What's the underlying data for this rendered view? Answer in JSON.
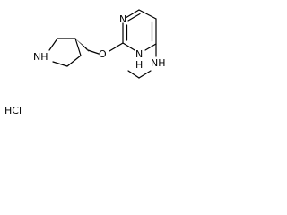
{
  "molecule": {
    "atoms": {
      "ring_n1": "N",
      "ring_n3": "N",
      "nh_ring_h": "H",
      "amine_nh": "NH",
      "ether_o": "O",
      "pyrrolidine_nh": "NH",
      "hcl": "HCl"
    }
  }
}
